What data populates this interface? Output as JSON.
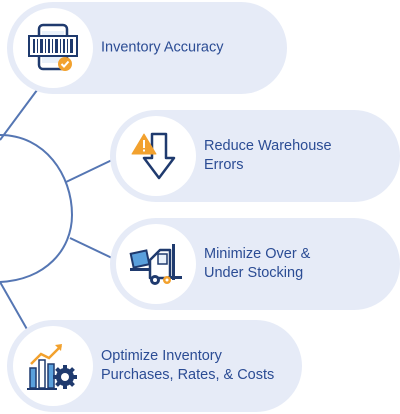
{
  "items": [
    {
      "lines": [
        "Inventory Accuracy"
      ],
      "icon": "barcode-phone-icon"
    },
    {
      "lines": [
        "Reduce Warehouse",
        "Errors"
      ],
      "icon": "warning-down-arrow-icon"
    },
    {
      "lines": [
        "Minimize Over &",
        "Under Stocking"
      ],
      "icon": "forklift-icon"
    },
    {
      "lines": [
        "Optimize Inventory",
        "Purchases, Rates, & Costs"
      ],
      "icon": "chart-gear-icon"
    }
  ],
  "colors": {
    "pill": "#e6ebf7",
    "text": "#2b4c94",
    "connector": "#5576b3",
    "icon_navy": "#1f3a6e",
    "icon_blue": "#5aa0dc",
    "icon_orange": "#f2a12e"
  }
}
